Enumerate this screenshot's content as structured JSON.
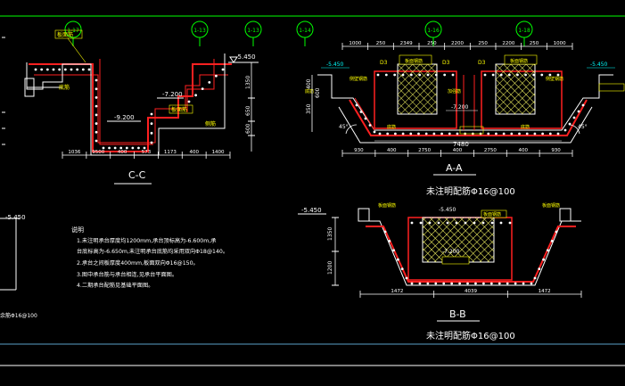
{
  "colors": {
    "background": "#000000",
    "axis": "#00ff00",
    "structure": "#ff2020",
    "outline": "#ffffff",
    "dimension": "#ffffff",
    "hatch": "#ffff66",
    "label": "#ffff00",
    "level": "#00ffff",
    "section_title": "#ffffff"
  },
  "grid_axes": [
    "1-17",
    "1-13",
    "1-13",
    "1-14",
    "1-16",
    "1-18"
  ],
  "section_cc": {
    "title": "C-C",
    "levels": [
      "-5.450",
      "-7.200",
      "-9.200"
    ],
    "top_labels": [
      "板面筋",
      "板面筋"
    ],
    "side_labels": [
      "底筋",
      "侧筋"
    ],
    "vertical_dims": [
      "1350",
      "650",
      "600"
    ],
    "bottom_dims": [
      "1036",
      "9500",
      "400",
      "573",
      "1173",
      "400",
      "1400"
    ]
  },
  "section_aa": {
    "title": "A-A",
    "note": "未注明配筋Φ16@100",
    "levels": [
      "-5.450",
      "-5.450",
      "-7.200"
    ],
    "top_dims": [
      "1000",
      "250",
      "2349",
      "250",
      "2200",
      "250",
      "2200",
      "250",
      "1000"
    ],
    "bottom_dims": [
      "930",
      "400",
      "2750",
      "400",
      "2750",
      "400",
      "930"
    ],
    "total_dim": "7480",
    "left_dims": [
      "400",
      "600",
      "350"
    ],
    "angle": "45°",
    "labels": [
      "板面钢筋",
      "板面钢筋",
      "侧壁钢筋",
      "侧壁钢筋",
      "底筋",
      "底筋",
      "底筋",
      "加强筋"
    ],
    "tags": [
      "D3",
      "D3",
      "D3"
    ]
  },
  "section_bb": {
    "title": "B-B",
    "note": "未注明配筋Φ16@100",
    "levels": [
      "-5.450",
      "-7.200"
    ],
    "vertical_dims": [
      "1350",
      "1200"
    ],
    "bottom_dims": [
      "1472",
      "4039",
      "1472"
    ],
    "labels": [
      "板面钢筋",
      "板面钢筋",
      "板面钢筋"
    ]
  },
  "notes": {
    "heading": "说明",
    "items": [
      "1.未注明承台厚度均1200mm,承台顶标高为-6.600m,承",
      "  台底标高为-6.650m,未注明承台底筋均采用双向Φ18@140。",
      "2.承台之间板厚度400mm,板面双向Φ16@150。",
      "3.图中承台筋与承台相连,见承台平面图。",
      "4.二期承台配筋见基础平面图。"
    ]
  },
  "left_fragment": {
    "level": "-5.450",
    "caption": "余筋Φ16@100"
  }
}
